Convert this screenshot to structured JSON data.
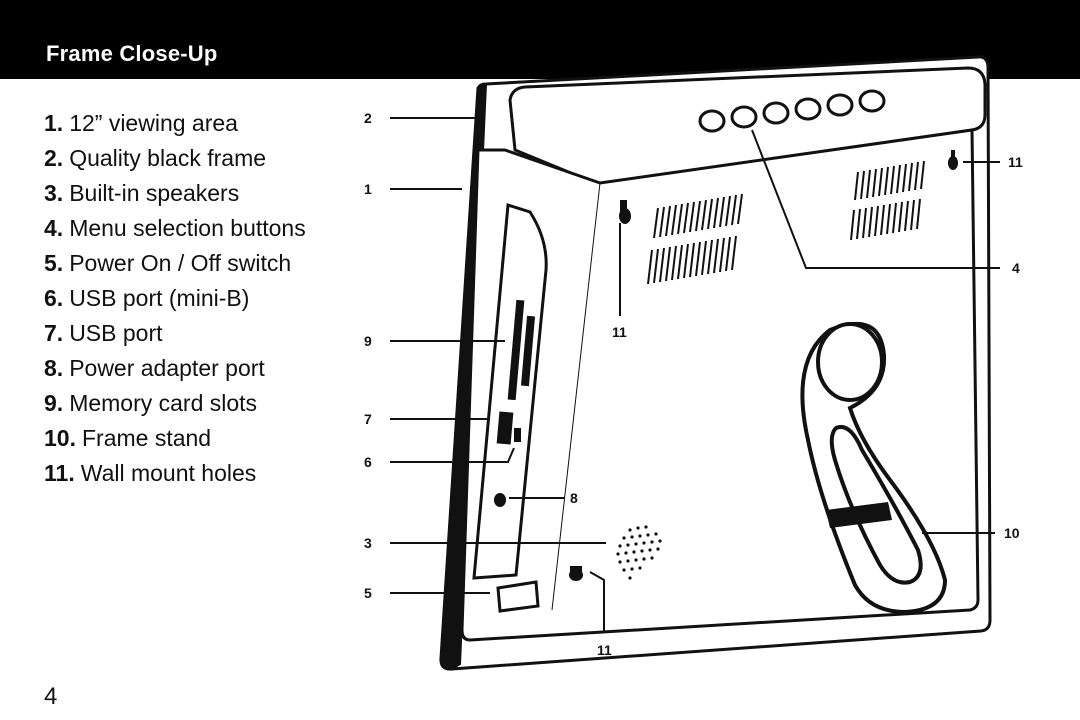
{
  "header": {
    "title": "Frame Close-Up"
  },
  "legend": {
    "items": [
      {
        "num": "1.",
        "text": "12” viewing area"
      },
      {
        "num": "2.",
        "text": "Quality black frame"
      },
      {
        "num": "3.",
        "text": "Built-in speakers"
      },
      {
        "num": "4.",
        "text": "Menu selection buttons"
      },
      {
        "num": "5.",
        "text": "Power On / Off switch"
      },
      {
        "num": "6.",
        "text": "USB port (mini-B)"
      },
      {
        "num": "7.",
        "text": "USB port"
      },
      {
        "num": "8.",
        "text": "Power adapter port"
      },
      {
        "num": "9.",
        "text": "Memory card slots"
      },
      {
        "num": "10.",
        "text": "Frame stand"
      },
      {
        "num": "11.",
        "text": "Wall mount holes"
      }
    ]
  },
  "callouts": {
    "left_2": "2",
    "left_1": "1",
    "left_9": "9",
    "left_7": "7",
    "left_6": "6",
    "left_3": "3",
    "left_5": "5",
    "right_11_top": "11",
    "right_4": "4",
    "right_10": "10",
    "center_11_upper": "11",
    "center_8": "8",
    "bottom_11": "11"
  },
  "footer": {
    "page_number": "4"
  },
  "colors": {
    "header_bg": "#000000",
    "header_text": "#ffffff",
    "ink": "#111111"
  }
}
